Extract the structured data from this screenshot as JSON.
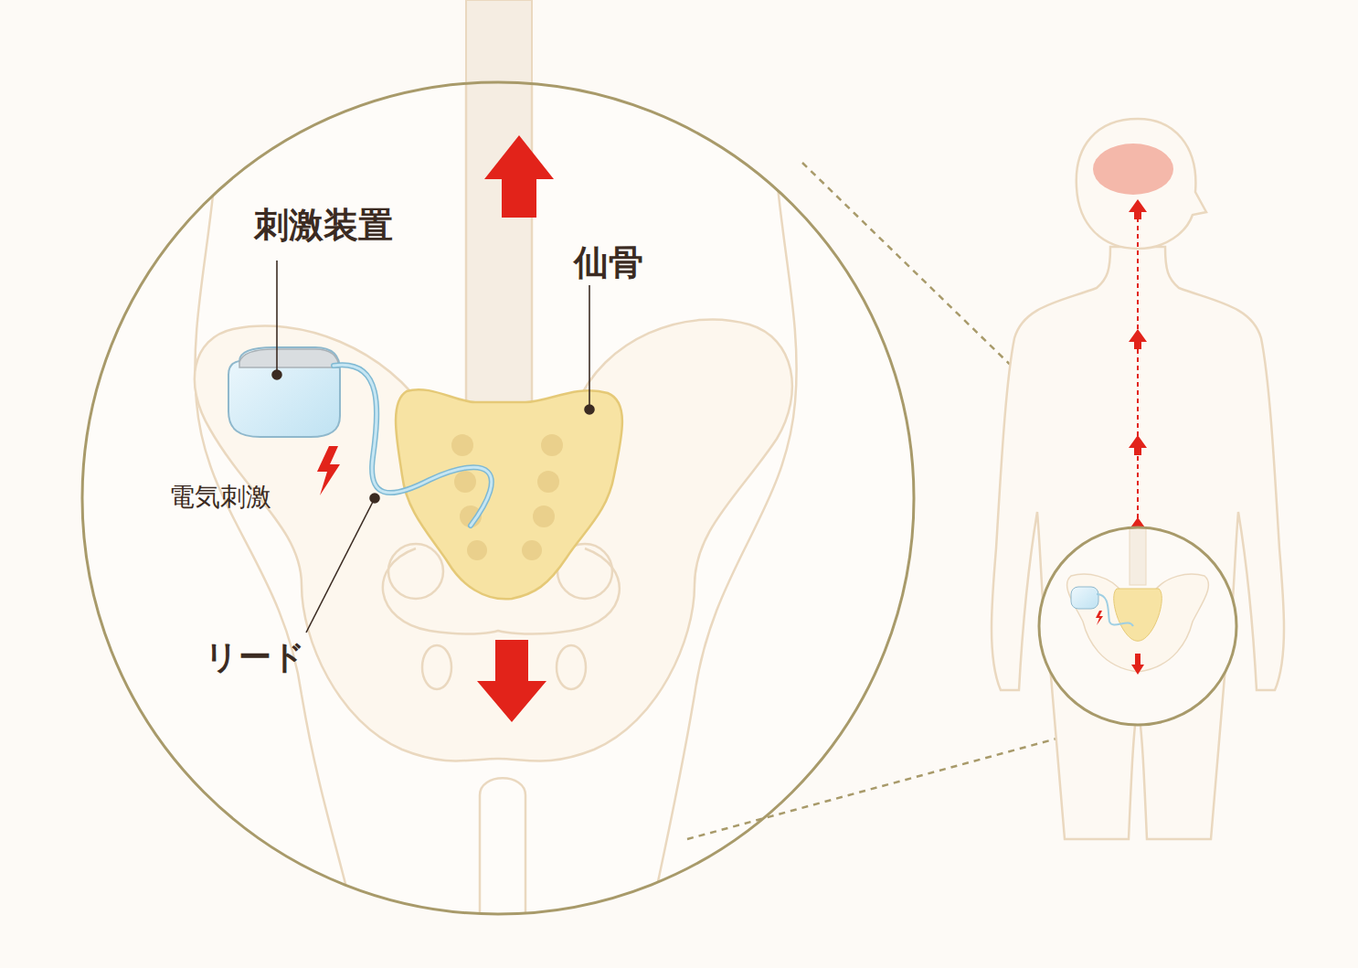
{
  "diagram": {
    "labels": [
      "刺激装置",
      "仙骨",
      "電気刺激",
      "リード"
    ]
  }
}
